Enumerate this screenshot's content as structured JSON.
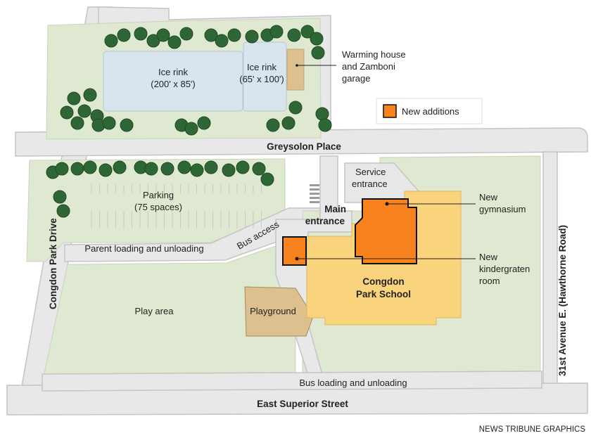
{
  "features": {
    "ice_rink_large": {
      "name": "Ice rink",
      "size": "(200' x 85')"
    },
    "ice_rink_small": {
      "name": "Ice rink",
      "size": "(65' x 100')"
    },
    "warming_house": [
      "Warming house",
      "and Zamboni",
      "garage"
    ],
    "parking": {
      "name": "Parking",
      "capacity": "(75 spaces)"
    },
    "play_area": "Play area",
    "playground": "Playground",
    "school": [
      "Congdon",
      "Park School"
    ],
    "main_entrance": [
      "Main",
      "entrance"
    ],
    "service_entrance": [
      "Service",
      "entrance"
    ],
    "new_gymnasium": [
      "New",
      "gymnasium"
    ],
    "new_kindergarten": [
      "New",
      "kindergraten",
      "room"
    ]
  },
  "roads": {
    "greysolon": "Greysolon Place",
    "congdon_park_drive": "Congdon Park Drive",
    "east_superior": "East Superior Street",
    "avenue_31st": "31st Avenue E. (Hawthorne Road)",
    "parent_loading": "Parent loading and unloading",
    "bus_access": "Bus access",
    "bus_loading": "Bus loading and unloading"
  },
  "legend": {
    "label": "New additions",
    "color": "#f7821e"
  },
  "colors": {
    "school": "#f9d47c",
    "addition": "#f7821e",
    "grass": "#dfe9d2",
    "road": "#e8e8e8",
    "ice": "#d8e4ee",
    "playground": "#dcc08e",
    "tree": "#2f6635"
  },
  "credit": "NEWS TRIBUNE GRAPHICS"
}
